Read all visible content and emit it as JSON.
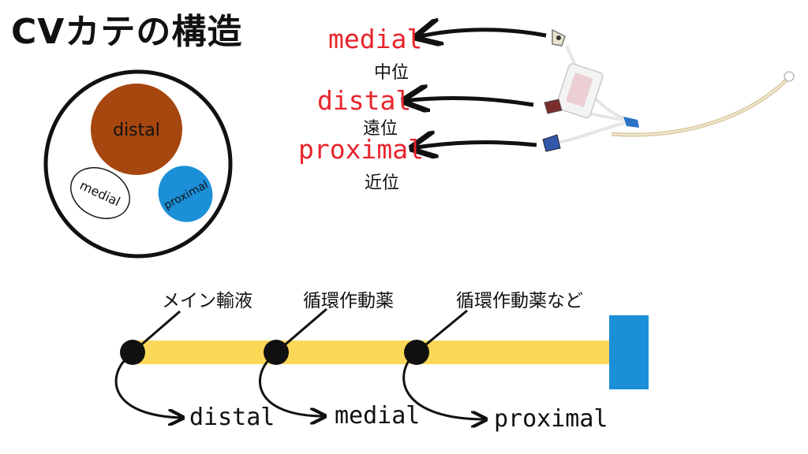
{
  "title": "CVカテの構造",
  "cross_section": {
    "distal": "distal",
    "medial": "medial",
    "proximal": "proximal"
  },
  "ports": [
    {
      "label": "medial",
      "sub": "中位"
    },
    {
      "label": "distal",
      "sub": "遠位"
    },
    {
      "label": "proximal",
      "sub": "近位"
    }
  ],
  "line": {
    "markers": [
      {
        "drug": "メイン輸液",
        "lumen": "distal"
      },
      {
        "drug": "循環作動薬",
        "lumen": "medial"
      },
      {
        "drug": "循環作動薬など",
        "lumen": "proximal"
      }
    ]
  },
  "colors": {
    "red_label": "#e8242b",
    "distal_lumen": "#a6470f",
    "proximal_lumen": "#1b8fd8",
    "catheter_line": "#fbd858",
    "hub": "#1b8fd8"
  }
}
